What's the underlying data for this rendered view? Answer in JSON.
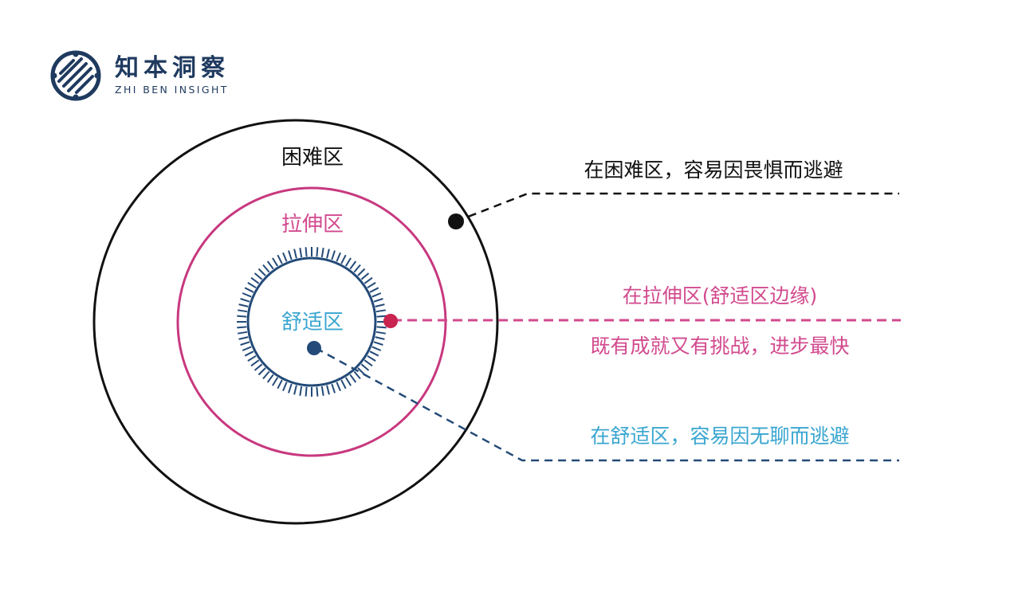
{
  "logo": {
    "name_cn": "知本洞察",
    "name_en": "ZHI BEN INSIGHT",
    "icon": "circuit-globe-icon",
    "color": "#1f3a5f"
  },
  "zones": {
    "difficult": {
      "label": "困难区",
      "color": "#111111"
    },
    "stretch": {
      "label": "拉伸区",
      "color": "#d24a8e"
    },
    "comfort": {
      "label": "舒适区",
      "color": "#3aa6d0",
      "ring_color": "#234a78"
    }
  },
  "callouts": {
    "difficult": {
      "text": "在困难区，容易因畏惧而逃避",
      "color": "#111111"
    },
    "stretch": {
      "line1": "在拉伸区(舒适区边缘)",
      "line2": "既有成就又有挑战，进步最快",
      "color": "#d24a8e"
    },
    "comfort": {
      "text": "在舒适区，容易因无聊而逃避",
      "color": "#3aa6d0"
    }
  }
}
